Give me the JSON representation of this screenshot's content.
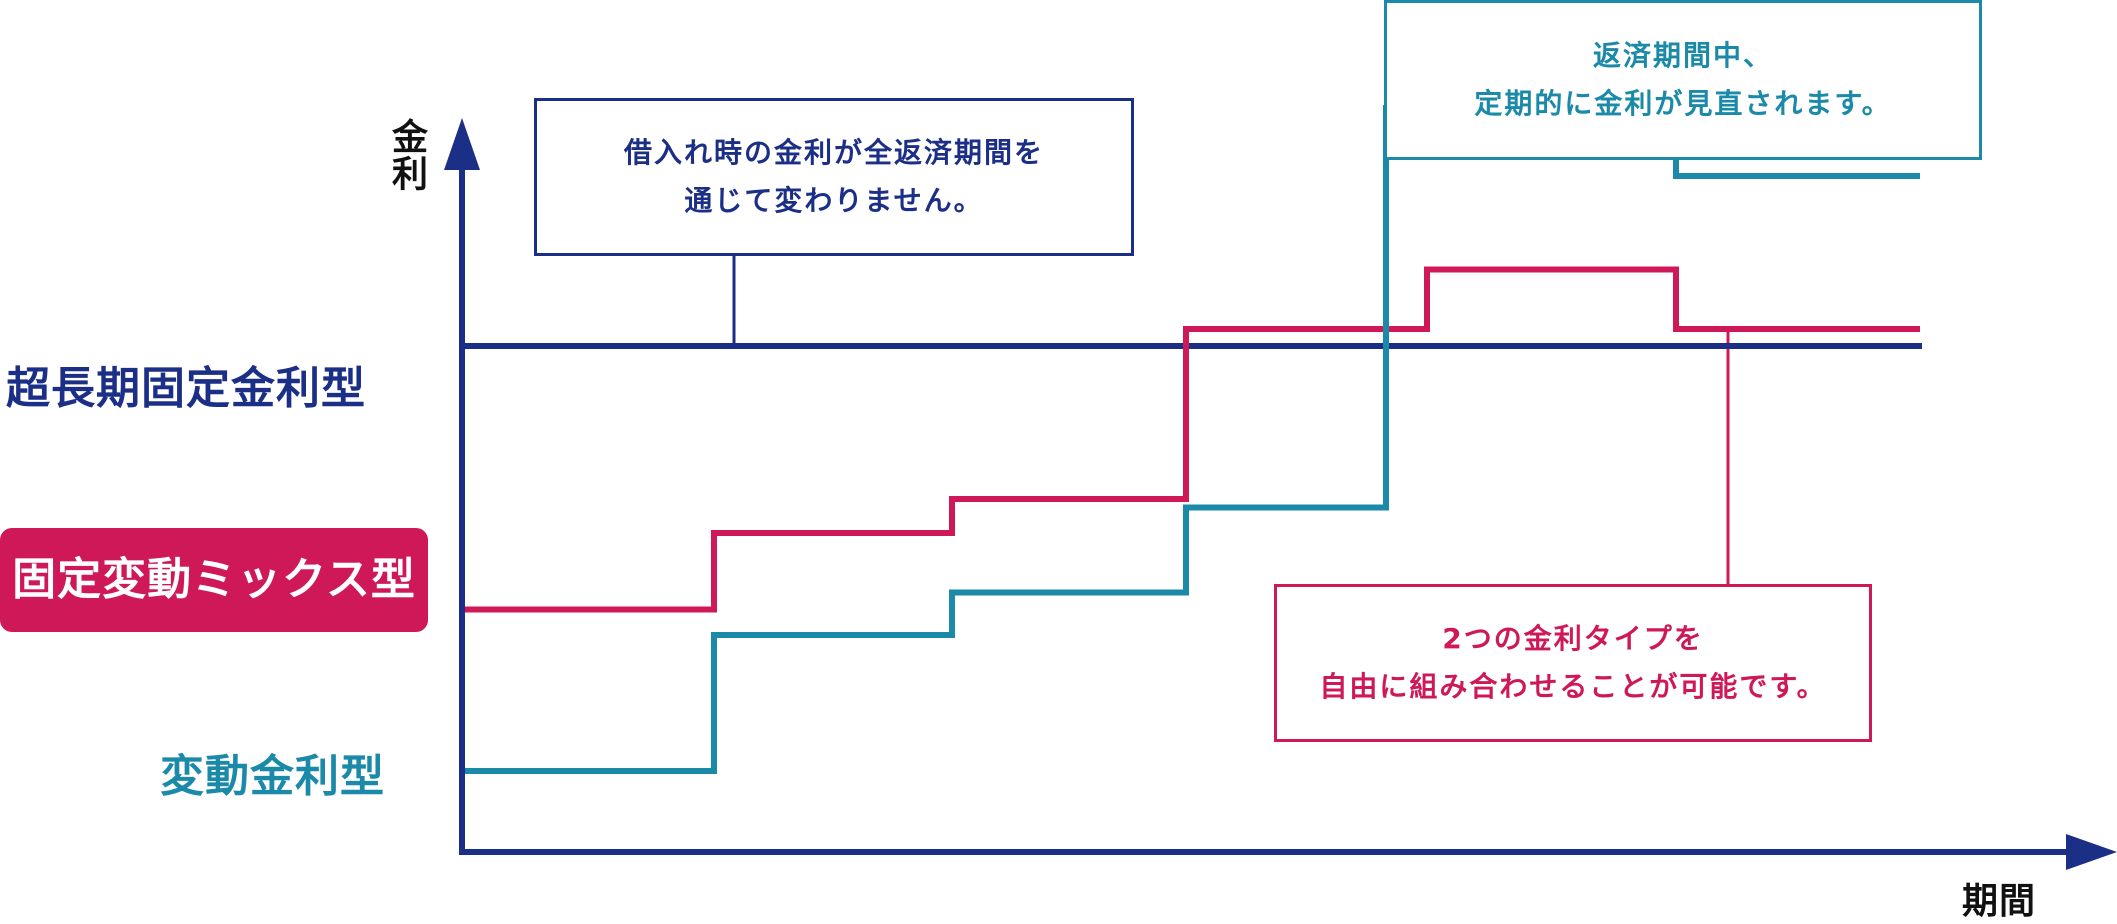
{
  "chart_data": {
    "type": "line",
    "step": true,
    "axes": {
      "y_label": "金利",
      "x_label": "期間"
    },
    "series": [
      {
        "name": "超長期固定金利型",
        "color": "#1c2f86",
        "x": [
          0,
          1,
          2,
          3,
          4,
          5,
          6,
          7,
          8
        ],
        "y": [
          6,
          6,
          6,
          6,
          6,
          6,
          6,
          6,
          6
        ]
      },
      {
        "name": "固定変動ミックス型",
        "color": "#cf1858",
        "x": [
          0,
          1,
          2,
          3,
          4,
          5,
          6,
          7,
          8
        ],
        "y": [
          2.9,
          3.8,
          4.2,
          6.2,
          6.2,
          6.9,
          6.2,
          6.2,
          6.2
        ]
      },
      {
        "name": "変動金利型",
        "color": "#1b8aa9",
        "x": [
          0,
          1,
          2,
          3,
          4,
          5,
          6,
          7,
          8
        ],
        "y": [
          1,
          2.6,
          3.1,
          4.1,
          8.8,
          8.8,
          8.0,
          8.0,
          8.0
        ]
      }
    ],
    "annotations": [
      {
        "series": "超長期固定金利型",
        "lines": [
          "借入れ時の金利が全返済期間を",
          "通じて変わりません。"
        ]
      },
      {
        "series": "変動金利型",
        "lines": [
          "返済期間中、",
          "定期的に金利が見直されます。"
        ]
      },
      {
        "series": "固定変動ミックス型",
        "lines": [
          "2つの金利タイプを",
          "自由に組み合わせることが可能です。"
        ]
      }
    ],
    "colors": {
      "axis": "#1c2f86",
      "fixed": "#1c2f86",
      "mix": "#cf1858",
      "variable": "#1b8aa9"
    }
  }
}
